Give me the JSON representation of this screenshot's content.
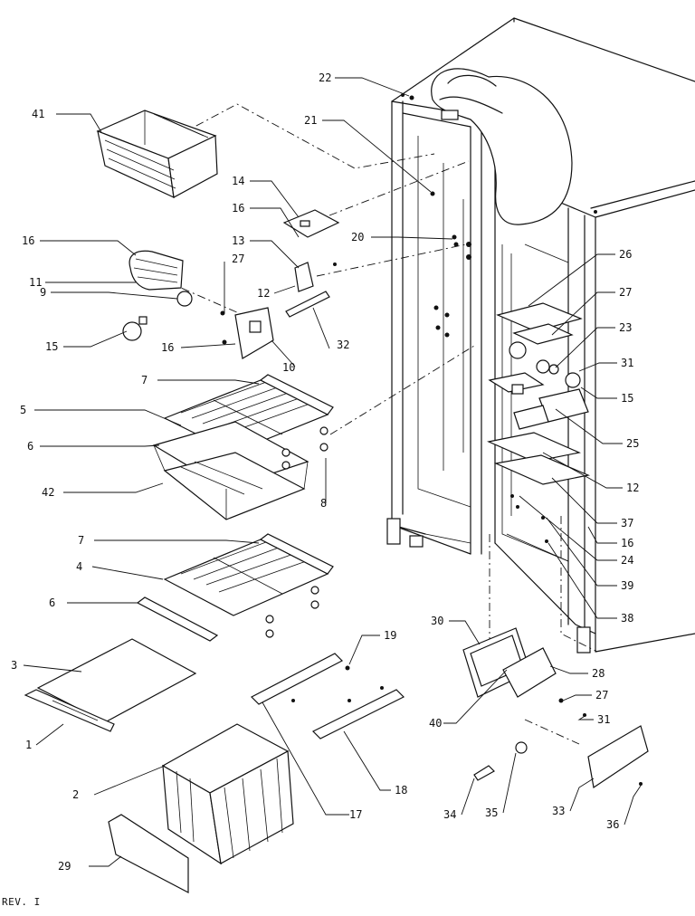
{
  "diagram": {
    "revision_note": "REV. I",
    "callouts": [
      {
        "id": "1",
        "label": "1"
      },
      {
        "id": "2",
        "label": "2"
      },
      {
        "id": "3",
        "label": "3"
      },
      {
        "id": "4",
        "label": "4"
      },
      {
        "id": "5",
        "label": "5"
      },
      {
        "id": "6a",
        "label": "6"
      },
      {
        "id": "6b",
        "label": "6"
      },
      {
        "id": "7a",
        "label": "7"
      },
      {
        "id": "7b",
        "label": "7"
      },
      {
        "id": "8",
        "label": "8"
      },
      {
        "id": "9",
        "label": "9"
      },
      {
        "id": "10",
        "label": "10"
      },
      {
        "id": "11",
        "label": "11"
      },
      {
        "id": "12a",
        "label": "12"
      },
      {
        "id": "12b",
        "label": "12"
      },
      {
        "id": "13",
        "label": "13"
      },
      {
        "id": "14",
        "label": "14"
      },
      {
        "id": "15a",
        "label": "15"
      },
      {
        "id": "15b",
        "label": "15"
      },
      {
        "id": "16a",
        "label": "16"
      },
      {
        "id": "16b",
        "label": "16"
      },
      {
        "id": "16c",
        "label": "16"
      },
      {
        "id": "16d",
        "label": "16"
      },
      {
        "id": "17",
        "label": "17"
      },
      {
        "id": "18",
        "label": "18"
      },
      {
        "id": "19",
        "label": "19"
      },
      {
        "id": "20",
        "label": "20"
      },
      {
        "id": "21",
        "label": "21"
      },
      {
        "id": "22",
        "label": "22"
      },
      {
        "id": "23",
        "label": "23"
      },
      {
        "id": "24",
        "label": "24"
      },
      {
        "id": "25",
        "label": "25"
      },
      {
        "id": "26",
        "label": "26"
      },
      {
        "id": "27a",
        "label": "27"
      },
      {
        "id": "27b",
        "label": "27"
      },
      {
        "id": "27c",
        "label": "27"
      },
      {
        "id": "28",
        "label": "28"
      },
      {
        "id": "29",
        "label": "29"
      },
      {
        "id": "30",
        "label": "30"
      },
      {
        "id": "31a",
        "label": "31"
      },
      {
        "id": "31b",
        "label": "31"
      },
      {
        "id": "32",
        "label": "32"
      },
      {
        "id": "33",
        "label": "33"
      },
      {
        "id": "34",
        "label": "34"
      },
      {
        "id": "35",
        "label": "35"
      },
      {
        "id": "36",
        "label": "36"
      },
      {
        "id": "37",
        "label": "37"
      },
      {
        "id": "38",
        "label": "38"
      },
      {
        "id": "39",
        "label": "39"
      },
      {
        "id": "40",
        "label": "40"
      },
      {
        "id": "41",
        "label": "41"
      },
      {
        "id": "42",
        "label": "42"
      }
    ]
  }
}
